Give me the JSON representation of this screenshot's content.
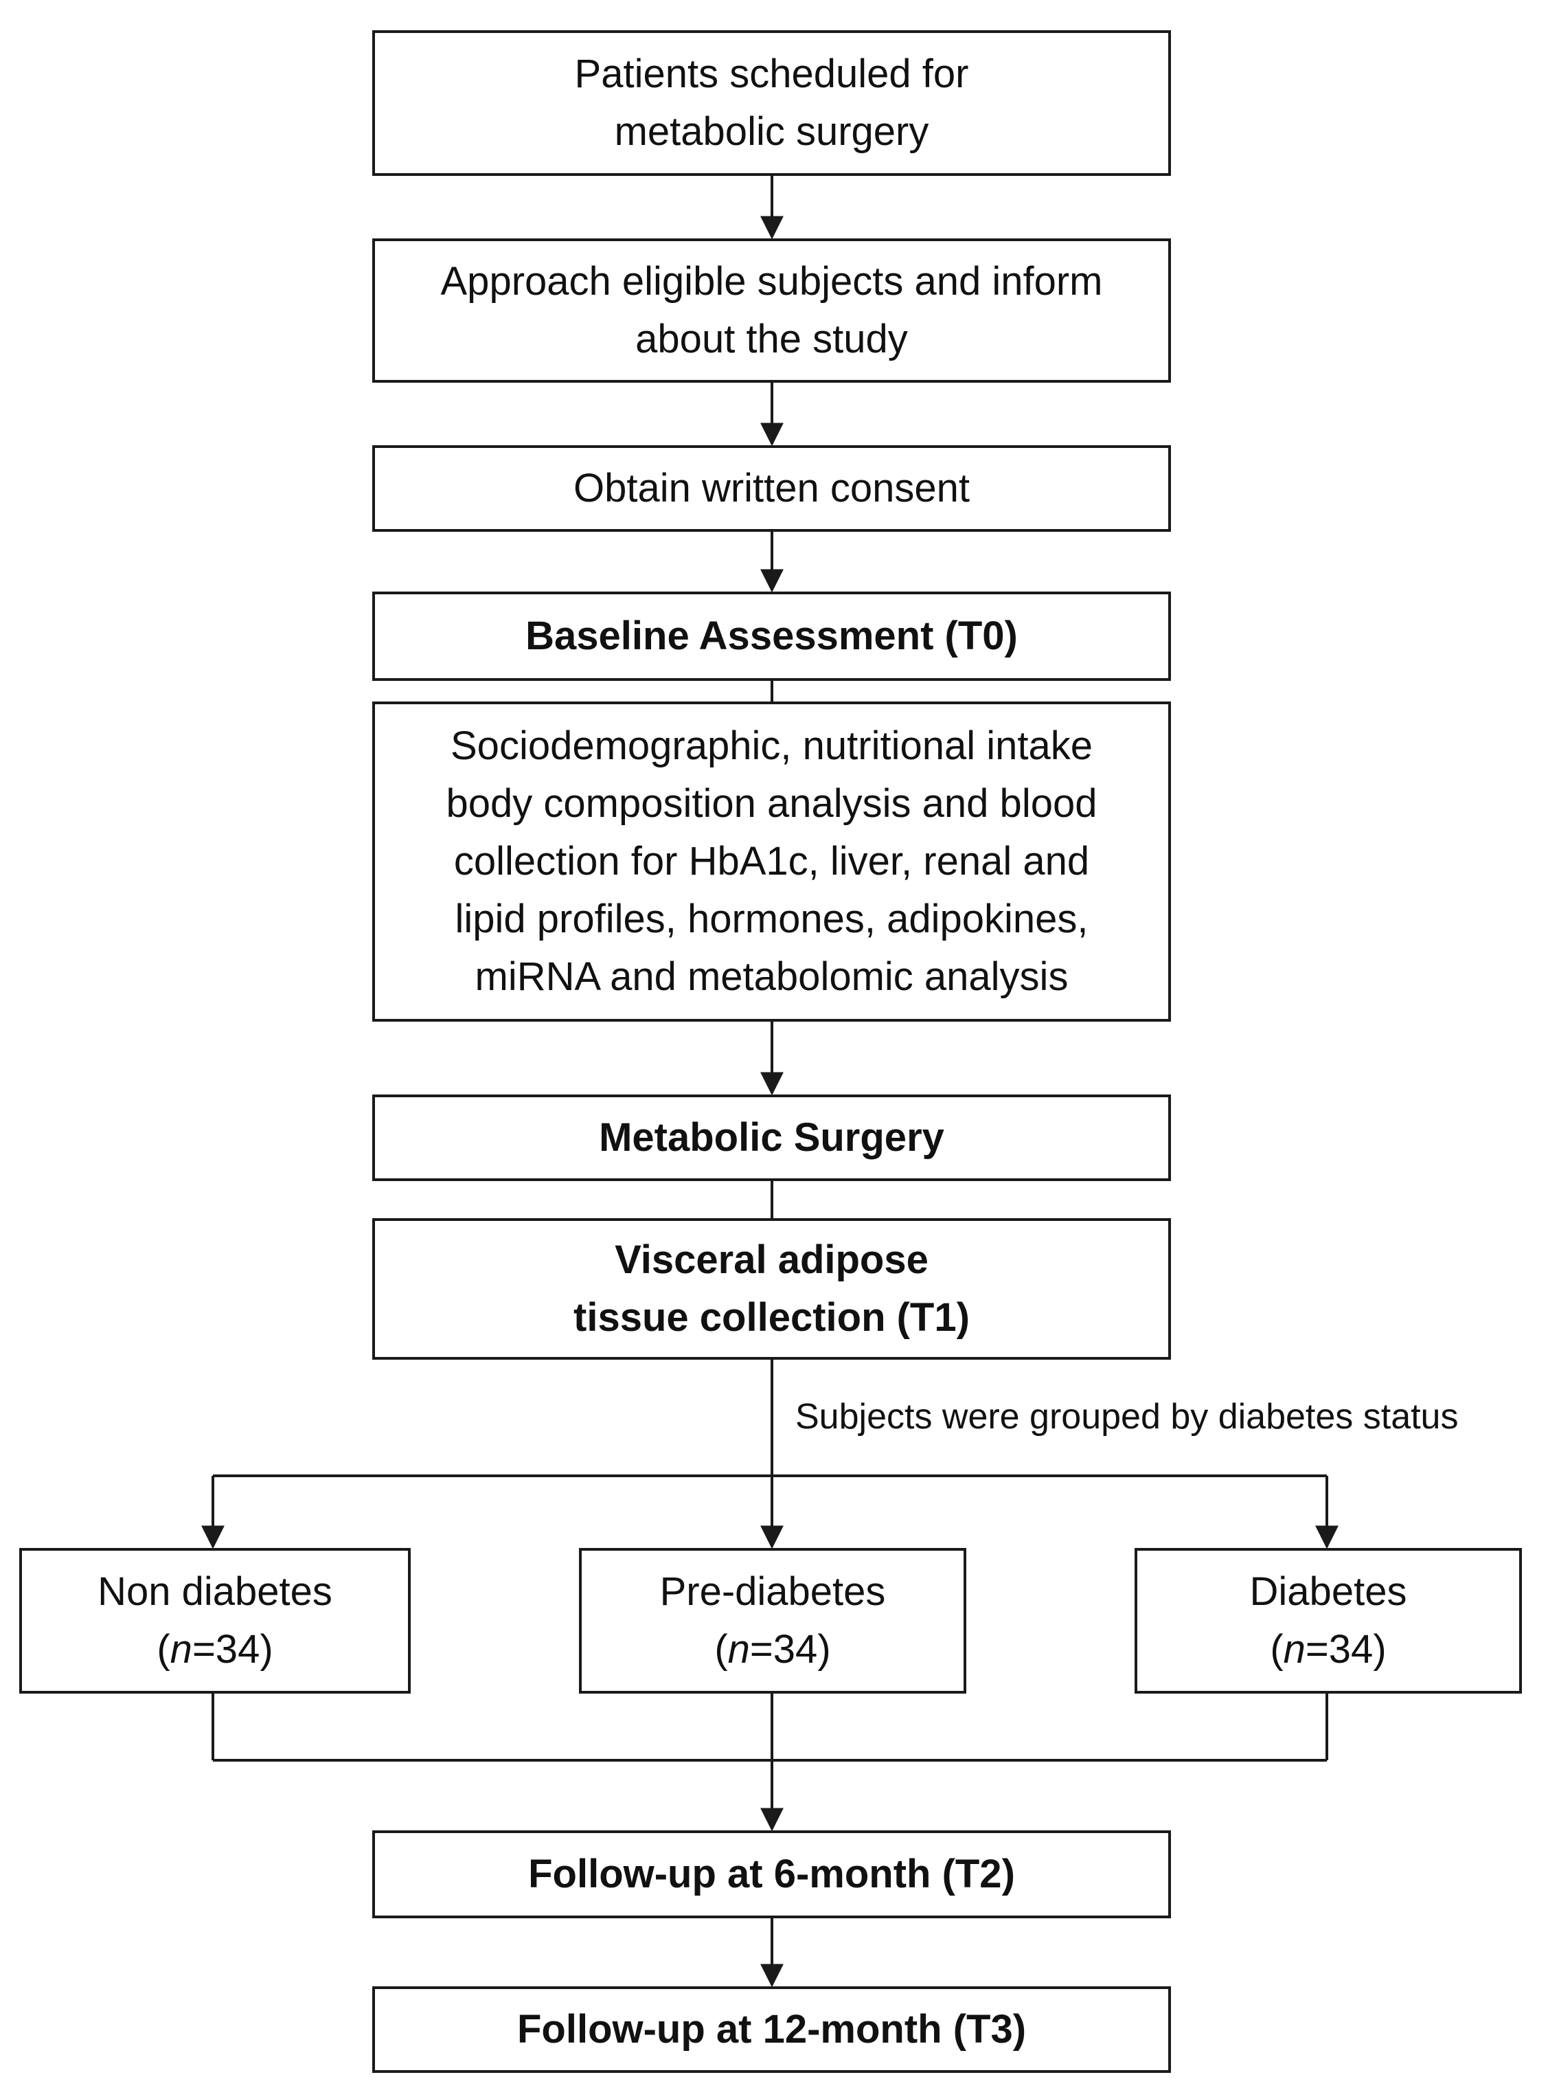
{
  "steps": {
    "patients": [
      "Patients scheduled for",
      "metabolic surgery"
    ],
    "approach": [
      "Approach eligible subjects and inform",
      "about the study"
    ],
    "consent": "Obtain written consent",
    "baseline": "Baseline Assessment (T0)",
    "baseline_details": [
      "Sociodemographic, nutritional intake",
      "body composition analysis and blood",
      "collection for HbA1c, liver, renal and",
      "lipid profiles, hormones, adipokines,",
      "miRNA and metabolomic analysis"
    ],
    "surgery": "Metabolic Surgery",
    "tissue": [
      "Visceral adipose",
      "tissue collection (T1)"
    ],
    "grouping_note": "Subjects were grouped by diabetes status",
    "followup_6": "Follow-up at 6-month (T2)",
    "followup_12": "Follow-up at 12-month (T3)"
  },
  "groups": [
    {
      "label": "Non diabetes",
      "n_label": "n",
      "n_value": "=34"
    },
    {
      "label": "Pre-diabetes",
      "n_label": "n",
      "n_value": "=34"
    },
    {
      "label": "Diabetes",
      "n_label": "n",
      "n_value": "=34"
    }
  ]
}
